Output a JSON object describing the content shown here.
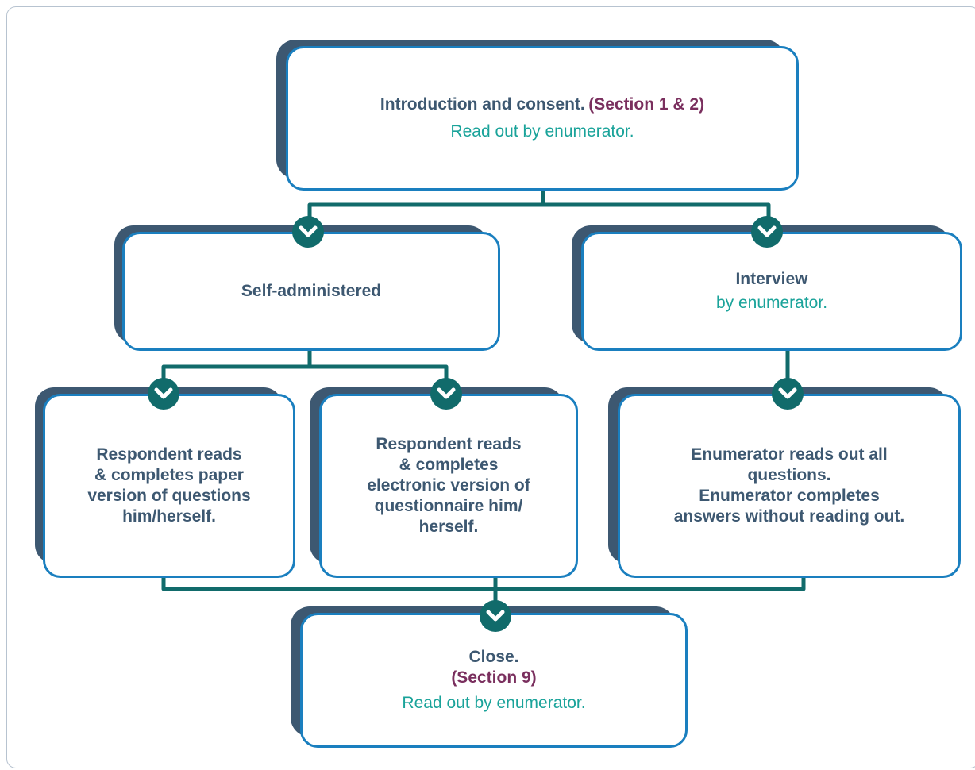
{
  "colors": {
    "box_border": "#1a7fbf",
    "shadow": "#3d5871",
    "connector": "#116b6b",
    "title_text": "#3d5871",
    "section_text": "#7a2f5e",
    "subtitle_text": "#1aa39a"
  },
  "nodes": {
    "intro": {
      "title": "Introduction and consent.",
      "section": "(Section 1 & 2)",
      "subtitle": "Read out by enumerator."
    },
    "self_administered": {
      "title": "Self-administered"
    },
    "interview": {
      "title": "Interview",
      "subtitle": "by enumerator."
    },
    "paper": {
      "lines": [
        "Respondent reads",
        "& completes paper",
        "version of questions",
        "him/herself."
      ]
    },
    "electronic": {
      "lines": [
        "Respondent reads",
        "& completes",
        "electronic version of",
        "questionnaire him/",
        "herself."
      ]
    },
    "enumerator_reads": {
      "lines": [
        "Enumerator reads out all",
        "questions.",
        "Enumerator completes",
        "answers without reading out."
      ]
    },
    "close": {
      "title": "Close.",
      "section": "(Section 9)",
      "subtitle": "Read out by enumerator."
    }
  },
  "connector_icon": "chevron-down-icon"
}
